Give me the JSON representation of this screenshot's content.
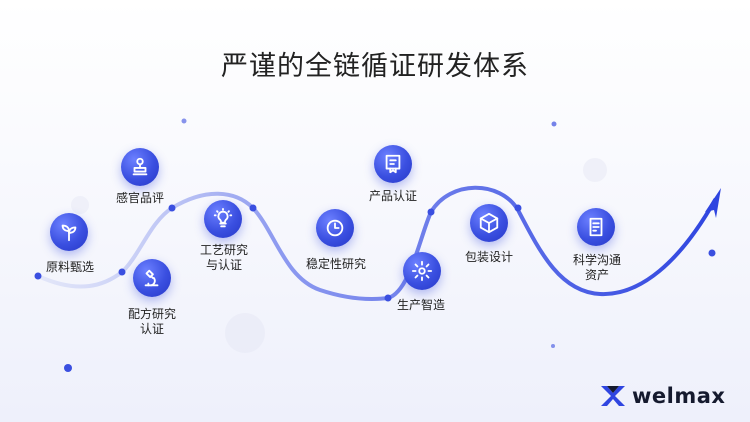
{
  "title": "严谨的全链循证研发体系",
  "steps": [
    {
      "label": "原料甄选",
      "icon": "sprout-icon"
    },
    {
      "label": "感官品评",
      "icon": "stamp-icon"
    },
    {
      "label": "配方研究\n认证",
      "icon": "microscope-icon"
    },
    {
      "label": "工艺研究\n与认证",
      "icon": "lightbulb-icon"
    },
    {
      "label": "稳定性研究",
      "icon": "clock-icon"
    },
    {
      "label": "生产智造",
      "icon": "gear-icon"
    },
    {
      "label": "产品认证",
      "icon": "certificate-icon"
    },
    {
      "label": "包装设计",
      "icon": "box-icon"
    },
    {
      "label": "科学沟通\n资产",
      "icon": "document-icon"
    }
  ],
  "brand": {
    "name": "welmax"
  },
  "colors": {
    "accent": "#3a4fe0",
    "curve": "#3b4fe0",
    "text": "#222222"
  }
}
